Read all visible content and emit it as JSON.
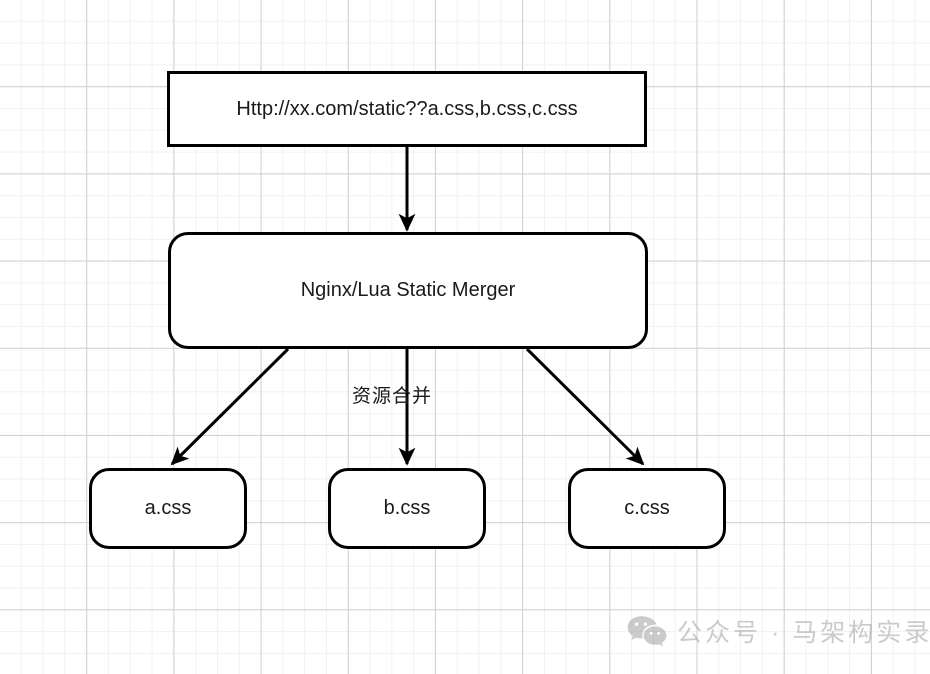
{
  "diagram": {
    "title_text": "",
    "nodes": [
      {
        "id": "request",
        "label": "Http://xx.com/static??a.css,b.css,c.css",
        "shape": "rectangle"
      },
      {
        "id": "merger",
        "label": "Nginx/Lua Static Merger",
        "shape": "rounded-rectangle"
      },
      {
        "id": "a-css",
        "label": "a.css",
        "shape": "rounded-rectangle"
      },
      {
        "id": "b-css",
        "label": "b.css",
        "shape": "rounded-rectangle"
      },
      {
        "id": "c-css",
        "label": "c.css",
        "shape": "rounded-rectangle"
      }
    ],
    "edges": [
      {
        "id": "request-to-merger",
        "label": "",
        "style": "straight-down-arrow"
      },
      {
        "id": "merger-to-a-css",
        "label": "",
        "style": "diagonal-left-arrow"
      },
      {
        "id": "merger-to-b-css",
        "label": "资源合并",
        "style": "straight-down-arrow"
      },
      {
        "id": "merger-to-c-css",
        "label": "",
        "style": "diagonal-right-arrow"
      }
    ],
    "edge_labels": {
      "merge": "资源合并"
    },
    "colors": {
      "node_border": "#000000",
      "node_fill": "#ffffff",
      "edge": "#000000",
      "text": "#1a1a1a",
      "grid_minor": "#f1f1f1",
      "grid_major": "#cfcfcf",
      "watermark": "#8d8d8d"
    }
  },
  "watermark": {
    "icon": "wechat-logo-icon",
    "text": "公众号 · 马架构实录"
  }
}
